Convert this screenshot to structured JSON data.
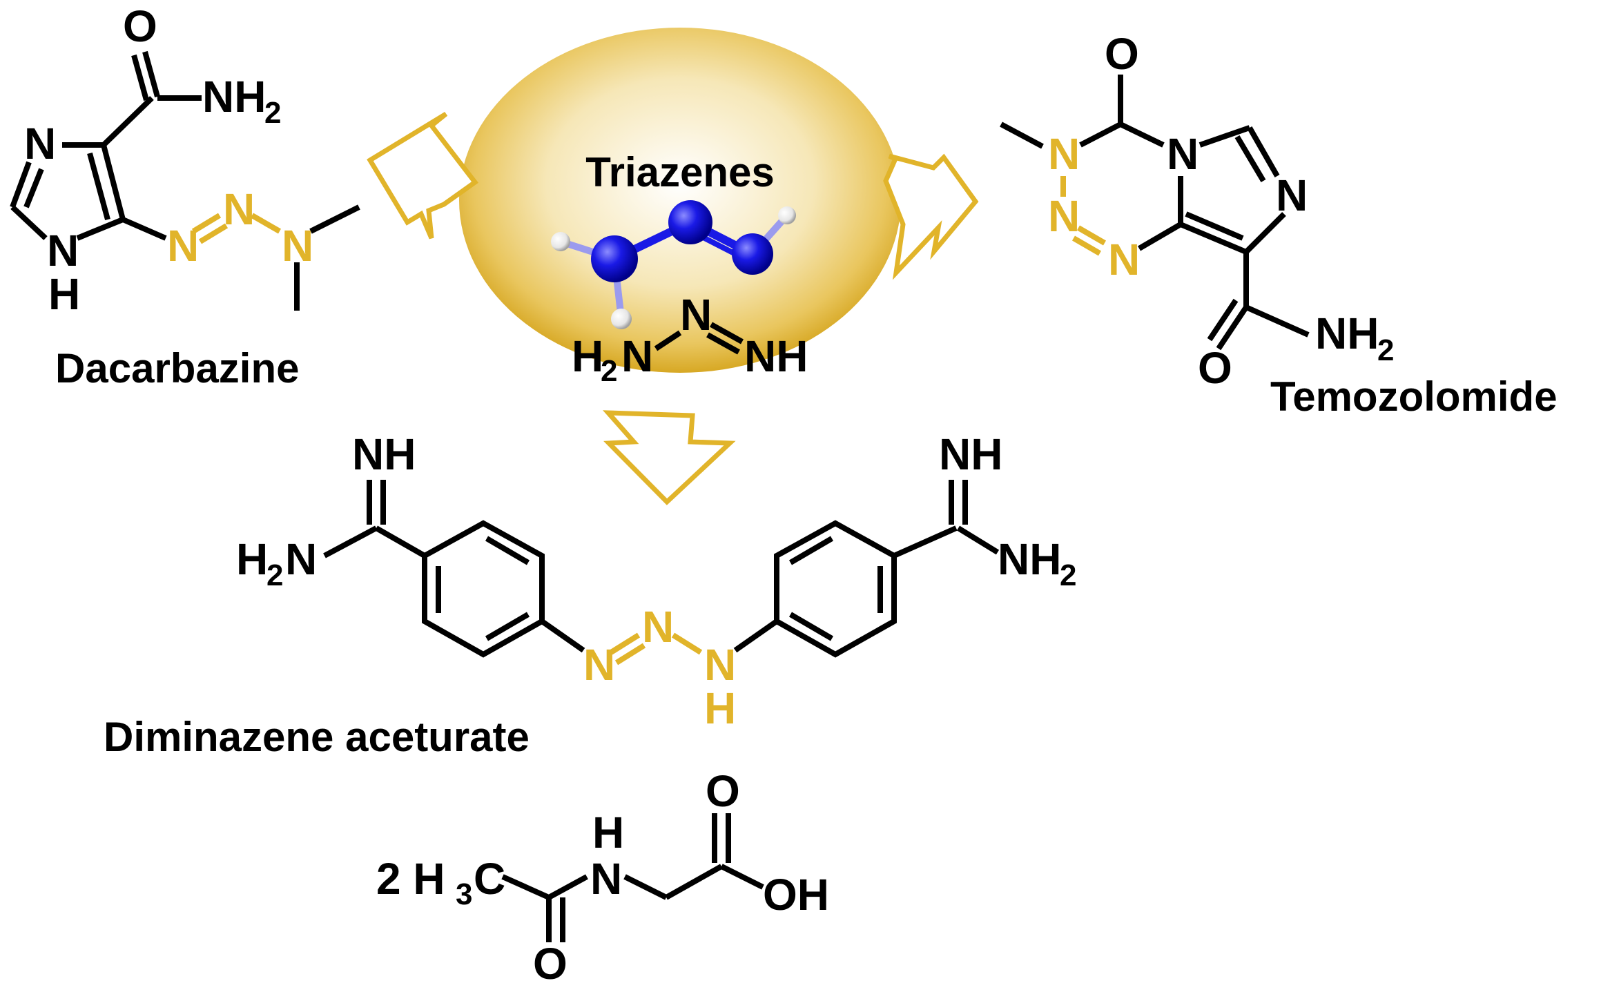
{
  "center": {
    "title": "Triazenes",
    "formula": {
      "left": "H",
      "left_sub": "2",
      "left_n": "N",
      "mid": "N",
      "right": "NH"
    },
    "ellipse_color": "#e1b42a",
    "atom_colors": {
      "nitrogen": "#1a1ae6",
      "hydrogen": "#ffffff"
    }
  },
  "highlight_color": "#e1b42a",
  "dacarbazine": {
    "name": "Dacarbazine",
    "O": "O",
    "NH2": "NH",
    "NH2_sub": "2",
    "ring_N": "N",
    "ring_NH_N": "N",
    "ring_NH_H": "H",
    "N1": "N",
    "N2": "N",
    "N3": "N"
  },
  "temozolomide": {
    "name": "Temozolomide",
    "top_O": "O",
    "N_methyl": "N",
    "N_mid": "N",
    "N_low": "N",
    "N_bridge": "N",
    "N_ring": "N",
    "amide_O": "O",
    "amide_NH2": "NH",
    "amide_NH2_sub": "2"
  },
  "diminazene": {
    "name": "Diminazene aceturate",
    "left_imine": "NH",
    "left_amine": "H",
    "left_amine_sub": "2",
    "left_amine_n": "N",
    "right_imine": "NH",
    "right_amine": "NH",
    "right_amine_sub": "2",
    "N1": "N",
    "N2": "N",
    "N3": "N",
    "N3_H": "H"
  },
  "aceturate": {
    "prefix": "2 H",
    "prefix_sub": "3",
    "prefix_c": "C",
    "N": "N",
    "N_H": "H",
    "O_bottom": "O",
    "O_top": "O",
    "OH": "OH"
  }
}
